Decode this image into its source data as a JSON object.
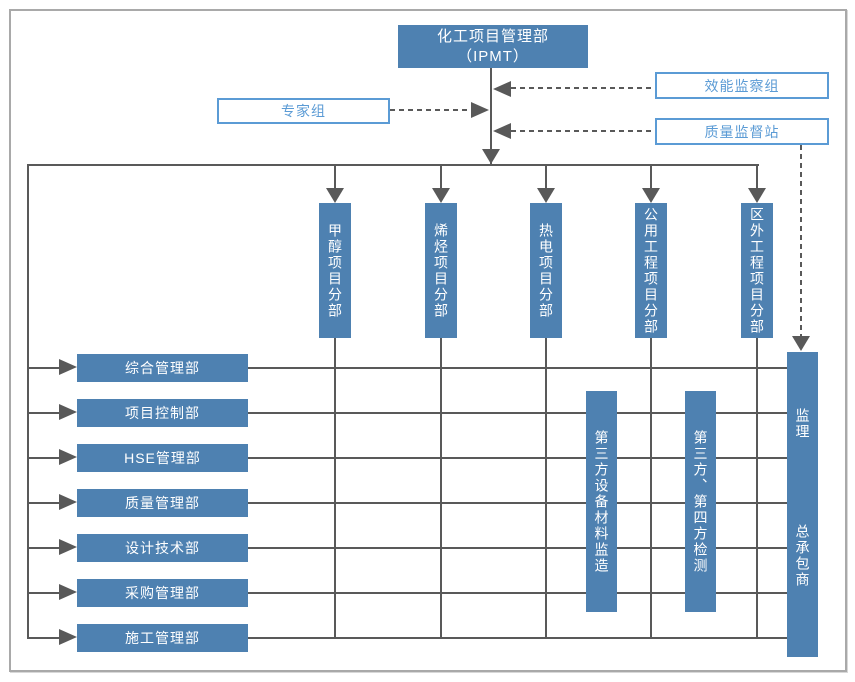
{
  "title": {
    "line1": "化工项目管理部",
    "line2": "（IPMT）"
  },
  "advisory": {
    "expert_group": "专家组",
    "efficiency_group": "效能监察组",
    "quality_station": "质量监督站"
  },
  "divisions": [
    {
      "label": "甲醇项目分部"
    },
    {
      "label": "烯烃项目分部"
    },
    {
      "label": "热电项目分部"
    },
    {
      "label": "公用工程项目分部"
    },
    {
      "label": "区外工程项目分部"
    }
  ],
  "departments": [
    {
      "label": "综合管理部"
    },
    {
      "label": "项目控制部"
    },
    {
      "label": "HSE管理部"
    },
    {
      "label": "质量管理部"
    },
    {
      "label": "设计技术部"
    },
    {
      "label": "采购管理部"
    },
    {
      "label": "施工管理部"
    }
  ],
  "oversight": [
    {
      "label": "第三方设备材料监造"
    },
    {
      "label": "第三方、第四方检测"
    }
  ],
  "right_column": {
    "supervision": "监理",
    "contractor": "总承包商"
  },
  "colors": {
    "box_fill": "#4e81b1",
    "outline_accent": "#5b9bd5",
    "connector": "#595959",
    "frame": "#a9a9a9"
  }
}
